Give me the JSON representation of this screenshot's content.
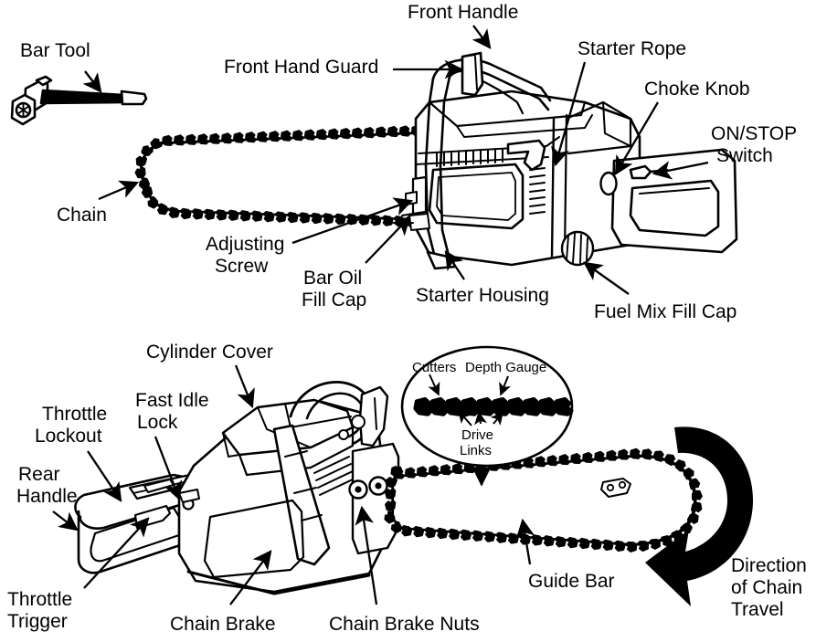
{
  "diagram": {
    "title": "Chainsaw Parts Identification Diagram",
    "type": "line-art technical illustration",
    "views": [
      {
        "name": "upper-view",
        "description": "Chainsaw with guide bar and chain pointing left, engine side view"
      },
      {
        "name": "lower-view",
        "description": "Chainsaw rear three-quarter view with guide bar pointing right"
      },
      {
        "name": "chain-detail-inset",
        "description": "Oval magnified inset of saw chain links"
      }
    ]
  },
  "labels": {
    "bar_tool": "Bar Tool",
    "front_hand_guard": "Front Hand Guard",
    "front_handle": "Front Handle",
    "starter_rope": "Starter Rope",
    "choke_knob": "Choke Knob",
    "on_stop_switch_line1": "ON/STOP",
    "on_stop_switch_line2": "Switch",
    "chain": "Chain",
    "adjusting_screw_line1": "Adjusting",
    "adjusting_screw_line2": "Screw",
    "bar_oil_fill_cap_line1": "Bar Oil",
    "bar_oil_fill_cap_line2": "Fill Cap",
    "starter_housing": "Starter Housing",
    "fuel_mix_fill_cap": "Fuel Mix Fill Cap",
    "cylinder_cover": "Cylinder Cover",
    "fast_idle_lock_line1": "Fast Idle",
    "fast_idle_lock_line2": "Lock",
    "throttle_lockout_line1": "Throttle",
    "throttle_lockout_line2": "Lockout",
    "rear_handle_line1": "Rear",
    "rear_handle_line2": "Handle",
    "throttle_trigger_line1": "Throttle",
    "throttle_trigger_line2": "Trigger",
    "chain_brake": "Chain Brake",
    "chain_brake_nuts": "Chain Brake Nuts",
    "guide_bar": "Guide Bar",
    "direction_line1": "Direction",
    "direction_line2": "of Chain",
    "direction_line3": "Travel",
    "cutters": "Cutters",
    "depth_gauge": "Depth Gauge",
    "drive_links_line1": "Drive",
    "drive_links_line2": "Links"
  },
  "colors": {
    "ink": "#000000",
    "paper": "#ffffff"
  }
}
